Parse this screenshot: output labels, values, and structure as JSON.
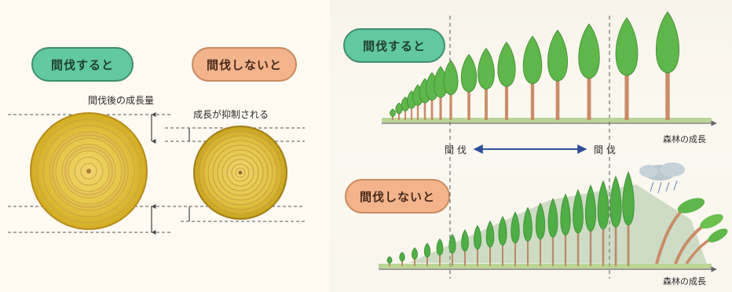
{
  "left_panel": {
    "with_thinning_label": "間伐すると",
    "without_thinning_label": "間伐しないと",
    "growth_after_thinning_label": "間伐後の成長量",
    "growth_suppressed_label": "成長が抑制される"
  },
  "right_panel": {
    "with_thinning_label": "間伐すると",
    "without_thinning_label": "間伐しないと",
    "forest_growth_label_top": "森林の成長",
    "forest_growth_label_bottom": "森林の成長",
    "thinning_mark_left": "間 伐",
    "thinning_mark_right": "間 伐"
  },
  "colors": {
    "pill_green": "#62c8a0",
    "pill_orange": "#f3b48c",
    "ring_outer": "#d8b52a",
    "ring_inner": "#e7c84a",
    "tree_green": "#5fb64a",
    "trunk": "#c98c6a",
    "arrow_blue": "#2f4f9a"
  }
}
